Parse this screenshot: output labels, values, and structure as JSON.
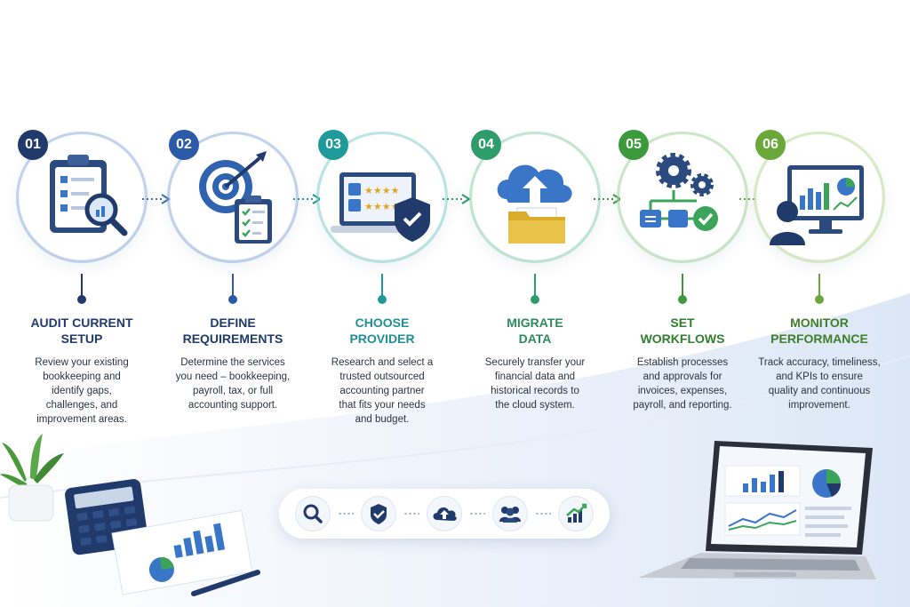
{
  "steps": [
    {
      "num": "01",
      "title_line1": "AUDIT CURRENT",
      "title_line2": "SETUP",
      "desc": [
        "Review your existing",
        "bookkeeping and",
        "identify gaps,",
        "challenges, and",
        "improvement areas."
      ],
      "badge_color": "#1f3a6b",
      "title_color": "#1f3a6b",
      "ring_color": "#8fb1e0"
    },
    {
      "num": "02",
      "title_line1": "DEFINE",
      "title_line2": "REQUIREMENTS",
      "desc": [
        "Determine the services",
        "you need – bookkeeping,",
        "payroll, tax, or full",
        "accounting support."
      ],
      "badge_color": "#2a5aa8",
      "title_color": "#1f3a6b",
      "ring_color": "#8fb1e0"
    },
    {
      "num": "03",
      "title_line1": "CHOOSE",
      "title_line2": "PROVIDER",
      "desc": [
        "Research and select a",
        "trusted outsourced",
        "accounting partner",
        "that fits your needs",
        "and budget."
      ],
      "badge_color": "#1f9a9a",
      "title_color": "#1f8f95",
      "ring_color": "#86cfcf"
    },
    {
      "num": "04",
      "title_line1": "MIGRATE",
      "title_line2": "DATA",
      "desc": [
        "Securely transfer your",
        "financial data and",
        "historical records to",
        "the cloud system."
      ],
      "badge_color": "#2e9d6a",
      "title_color": "#2e8a5e",
      "ring_color": "#8fd3b0"
    },
    {
      "num": "05",
      "title_line1": "SET",
      "title_line2": "WORKFLOWS",
      "desc": [
        "Establish processes",
        "and approvals for",
        "invoices, expenses,",
        "payroll, and reporting."
      ],
      "badge_color": "#3b9a3b",
      "title_color": "#2f7f2f",
      "ring_color": "#a3d59a"
    },
    {
      "num": "06",
      "title_line1": "MONITOR",
      "title_line2": "PERFORMANCE",
      "desc": [
        "Track accuracy, timeliness,",
        "and KPIs to ensure",
        "quality and continuous",
        "improvement."
      ],
      "badge_color": "#6aa83a",
      "title_color": "#3f7f2a",
      "ring_color": "#bcdc96"
    }
  ],
  "icons": {
    "step1": "clipboard-magnifier-icon",
    "step2": "target-clipboard-icon",
    "step3": "laptop-rating-shield-icon",
    "step4": "cloud-upload-folder-icon",
    "step5": "gears-workflow-icon",
    "step6": "monitor-person-chart-icon"
  },
  "bottom_bar_icons": [
    "search-icon",
    "shield-check-icon",
    "cloud-upload-icon",
    "team-icon",
    "growth-chart-icon"
  ]
}
